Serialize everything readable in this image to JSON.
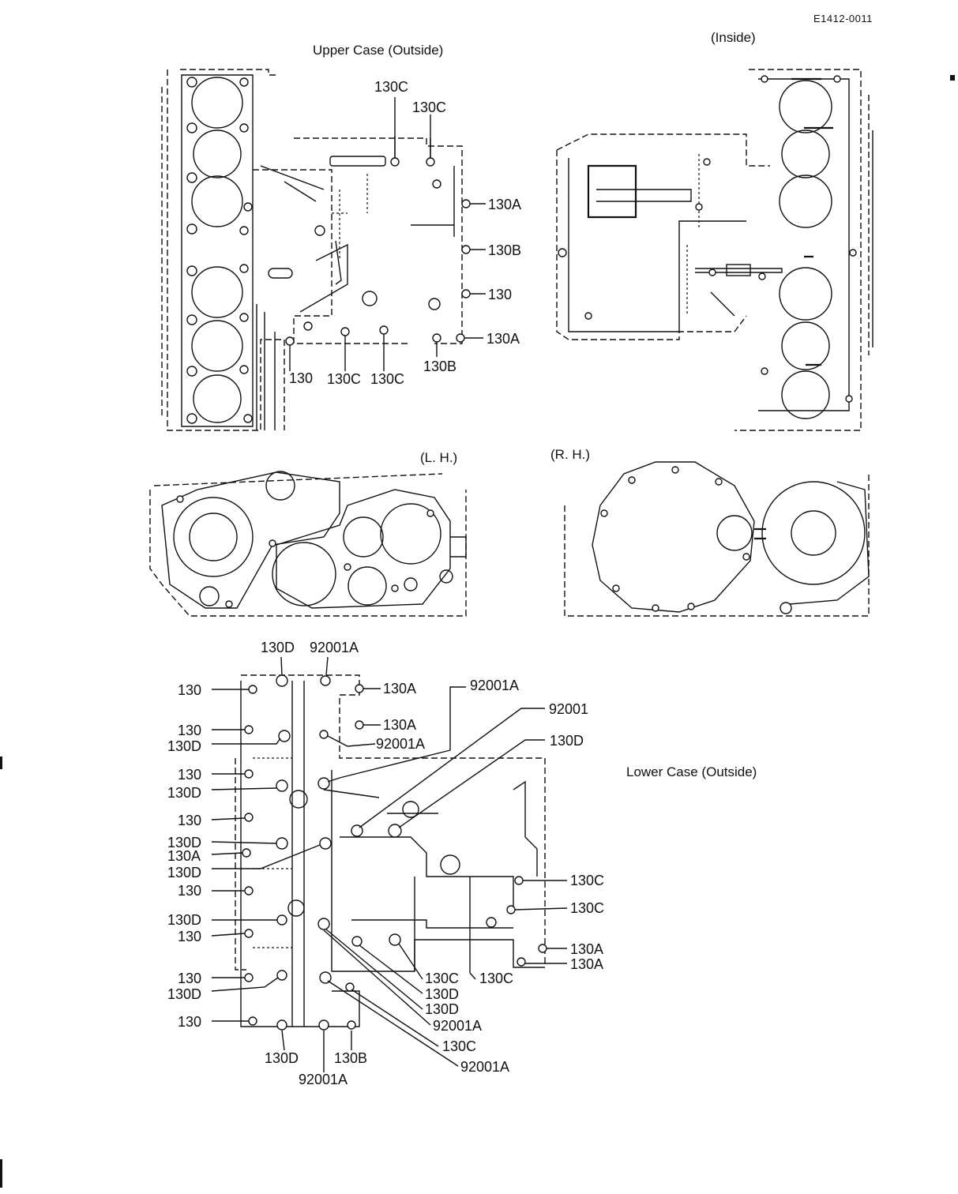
{
  "header": {
    "code": "E1412-0011"
  },
  "views": {
    "upper_outside": "Upper Case (Outside)",
    "upper_inside": "(Inside)",
    "left_side": "(L. H.)",
    "right_side": "(R. H.)",
    "lower_outside": "Lower Case (Outside)"
  },
  "upper_labels": [
    "130C",
    "130C",
    "130A",
    "130B",
    "130",
    "130A",
    "130",
    "130C",
    "130C",
    "130B"
  ],
  "lower_labels": [
    "130D",
    "92001A",
    "130",
    "130A",
    "92001A",
    "92001",
    "130",
    "130A",
    "92001A",
    "130D",
    "130D",
    "130",
    "130D",
    "130",
    "130D",
    "130A",
    "130D",
    "130C",
    "130",
    "130C",
    "130D",
    "130",
    "130A",
    "130A",
    "130C",
    "130C",
    "130",
    "130D",
    "130D",
    "130D",
    "92001A",
    "130",
    "130C",
    "92001A",
    "130D",
    "130B",
    "92001A"
  ]
}
